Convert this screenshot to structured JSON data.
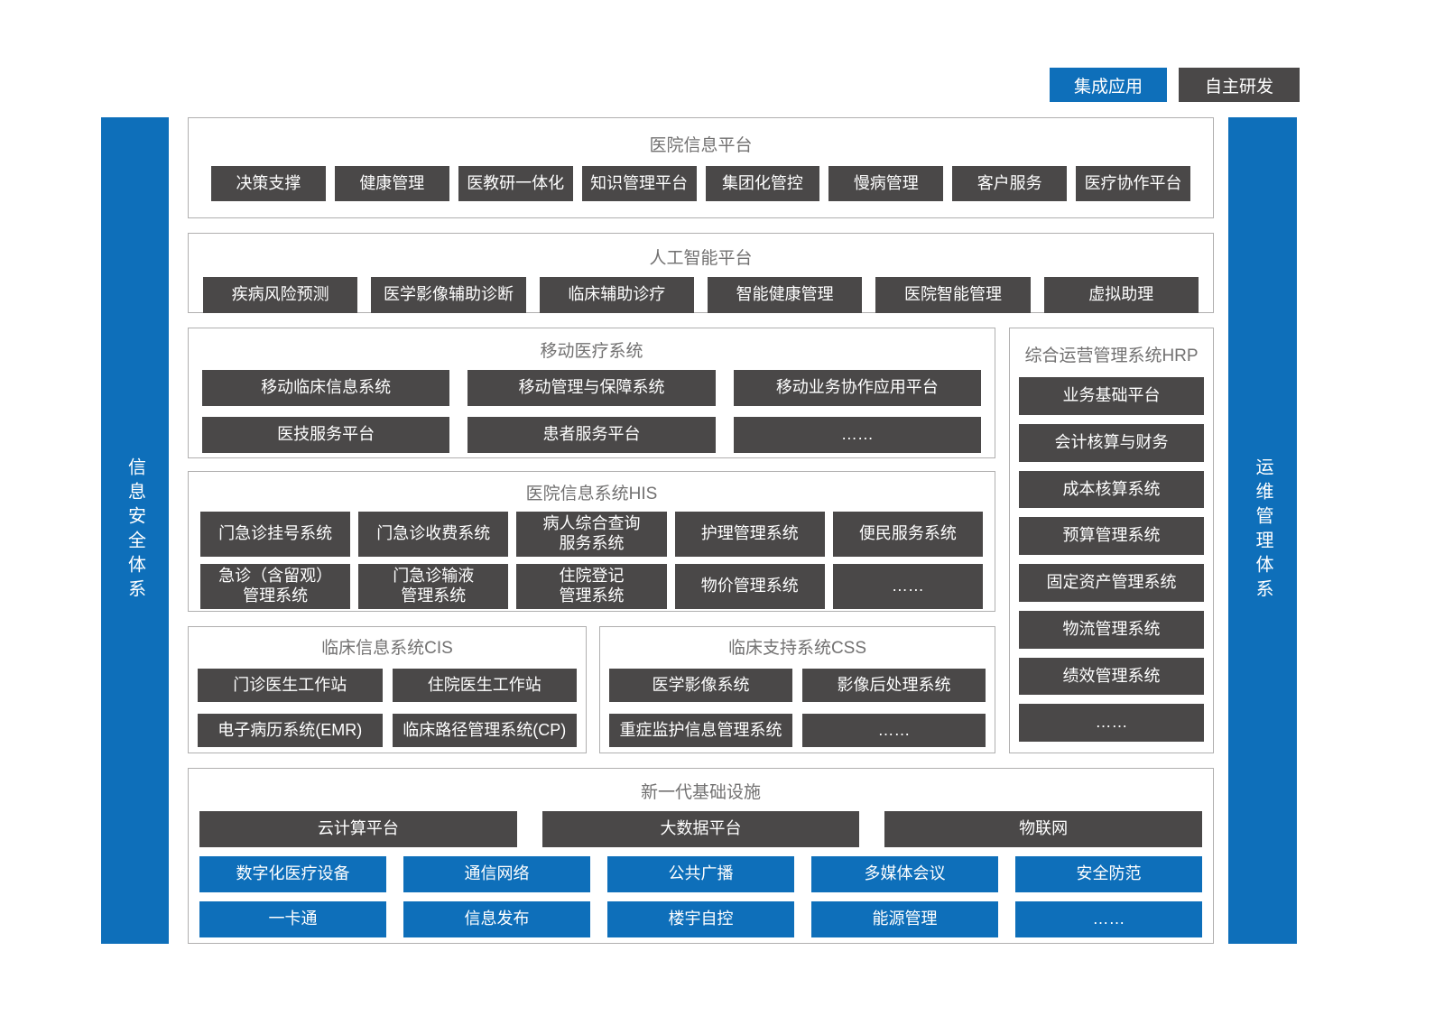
{
  "colors": {
    "accent_blue": "#0e6fba",
    "box_dark": "#4a4848",
    "section_border": "#b0afaf",
    "title_gray": "#727171"
  },
  "legend": {
    "integrated_label": "集成应用",
    "self_developed_label": "自主研发"
  },
  "left_bar": {
    "label": "信息安全体系"
  },
  "right_bar": {
    "label": "运维管理体系"
  },
  "sections": {
    "hospital_info_platform": {
      "title": "医院信息平台",
      "items": [
        "决策支撑",
        "健康管理",
        "医教研一体化",
        "知识管理平台",
        "集团化管控",
        "慢病管理",
        "客户服务",
        "医疗协作平台"
      ]
    },
    "ai_platform": {
      "title": "人工智能平台",
      "items": [
        "疾病风险预测",
        "医学影像辅助诊断",
        "临床辅助诊疗",
        "智能健康管理",
        "医院智能管理",
        "虚拟助理"
      ]
    },
    "mobile_medical": {
      "title": "移动医疗系统",
      "rows": [
        [
          "移动临床信息系统",
          "移动管理与保障系统",
          "移动业务协作应用平台"
        ],
        [
          "医技服务平台",
          "患者服务平台",
          "……"
        ]
      ]
    },
    "hrp": {
      "title": "综合运营管理系统HRP",
      "items": [
        "业务基础平台",
        "会计核算与财务",
        "成本核算系统",
        "预算管理系统",
        "固定资产管理系统",
        "物流管理系统",
        "绩效管理系统",
        "……"
      ]
    },
    "his": {
      "title": "医院信息系统HIS",
      "rows": [
        [
          "门急诊挂号系统",
          "门急诊收费系统",
          "病人综合查询\n服务系统",
          "护理管理系统",
          "便民服务系统"
        ],
        [
          "急诊（含留观）\n管理系统",
          "门急诊输液\n管理系统",
          "住院登记\n管理系统",
          "物价管理系统",
          "……"
        ]
      ]
    },
    "cis": {
      "title": "临床信息系统CIS",
      "rows": [
        [
          "门诊医生工作站",
          "住院医生工作站"
        ],
        [
          "电子病历系统(EMR)",
          "临床路径管理系统(CP)"
        ]
      ]
    },
    "css": {
      "title": "临床支持系统CSS",
      "rows": [
        [
          "医学影像系统",
          "影像后处理系统"
        ],
        [
          "重症监护信息管理系统",
          "……"
        ]
      ]
    },
    "infrastructure": {
      "title": "新一代基础设施",
      "dark_row": [
        "云计算平台",
        "大数据平台",
        "物联网"
      ],
      "blue_rows": [
        [
          "数字化医疗设备",
          "通信网络",
          "公共广播",
          "多媒体会议",
          "安全防范"
        ],
        [
          "一卡通",
          "信息发布",
          "楼宇自控",
          "能源管理",
          "……"
        ]
      ]
    }
  }
}
